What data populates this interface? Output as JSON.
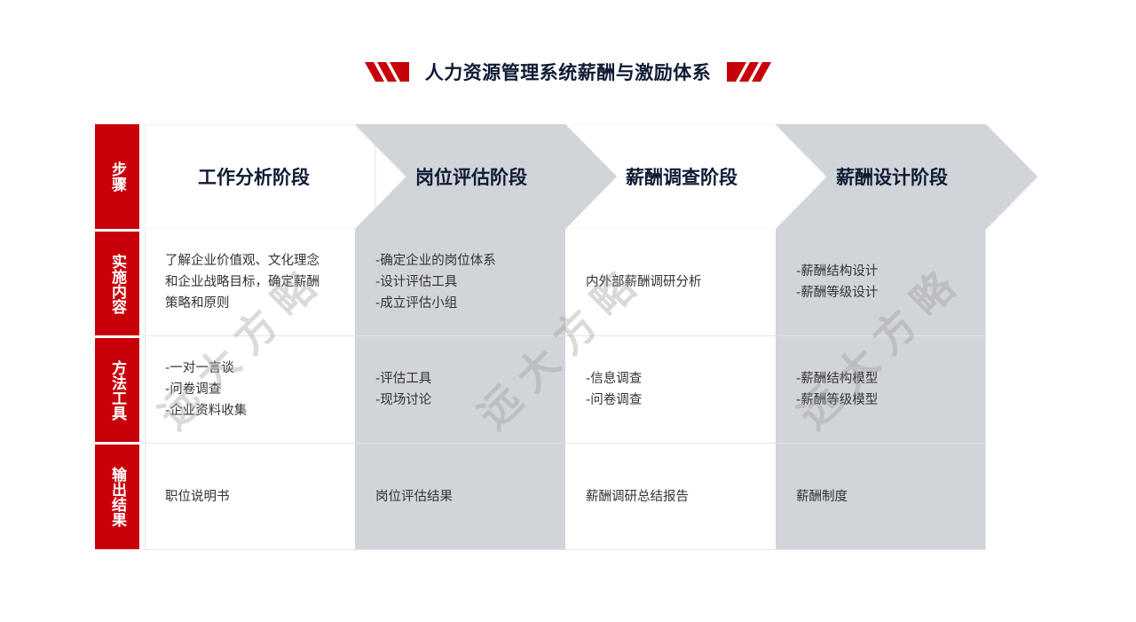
{
  "header": {
    "title": "人力资源管理系统薪酬与激励体系",
    "accent_color": "#c8000a",
    "text_color": "#0f1a33"
  },
  "row_labels": [
    {
      "label": "步骤"
    },
    {
      "label": "实施内容"
    },
    {
      "label": "方法工具"
    },
    {
      "label": "输出结果"
    }
  ],
  "steps": [
    {
      "title": "工作分析阶段",
      "content": [
        "了解企业价值观、文化理念",
        "和企业战略目标，确定薪酬",
        "策略和原则"
      ],
      "methods": [
        "-一对一言谈",
        "-问卷调查",
        "-企业资料收集"
      ],
      "output": "职位说明书"
    },
    {
      "title": "岗位评估阶段",
      "content": [
        "-确定企业的岗位体系",
        "-设计评估工具",
        "-成立评估小组"
      ],
      "methods": [
        "-评估工具",
        "-现场讨论"
      ],
      "output": "岗位评估结果"
    },
    {
      "title": "薪酬调查阶段",
      "content": [
        "内外部薪酬调研分析"
      ],
      "methods": [
        "-信息调查",
        "-问卷调查"
      ],
      "output": "薪酬调研总结报告"
    },
    {
      "title": "薪酬设计阶段",
      "content": [
        "-薪酬结构设计",
        "-薪酬等级设计"
      ],
      "methods": [
        "-薪酬结构模型",
        "-薪酬等级模型"
      ],
      "output": "薪酬制度"
    }
  ],
  "watermark": {
    "text": "远大方略"
  },
  "colors": {
    "gray_cell": "#d1d4d9",
    "white_cell": "#ffffff",
    "label_red": "#c8000a"
  }
}
